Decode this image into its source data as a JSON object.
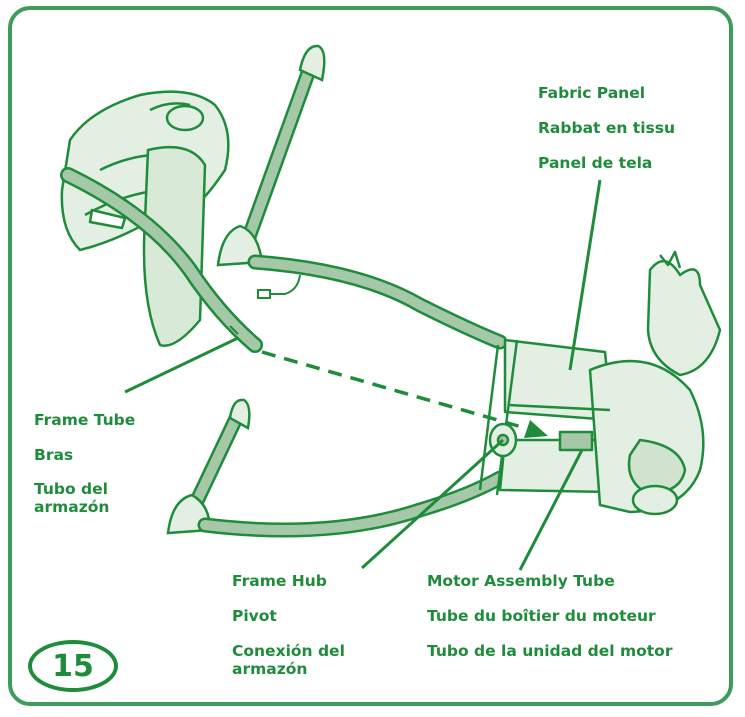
{
  "colors": {
    "border": "#3f9b5b",
    "text": "#1e8c3a",
    "line": "#1e8c3a",
    "tube": "#a5c8a8",
    "fabric": "#e3efe2",
    "outline": "#1e8c3a"
  },
  "labels": {
    "fabric_panel": [
      "Fabric Panel",
      "Rabbat en tissu",
      "Panel de tela"
    ],
    "frame_tube": [
      "Frame Tube",
      "Bras",
      "Tubo del armazón"
    ],
    "frame_hub": [
      "Frame Hub",
      "Pivot",
      "Conexión del armazón"
    ],
    "motor_tube": [
      "Motor Assembly Tube",
      "Tube du boîtier du moteur",
      "Tubo de la unidad del motor"
    ]
  },
  "step_number": "15"
}
